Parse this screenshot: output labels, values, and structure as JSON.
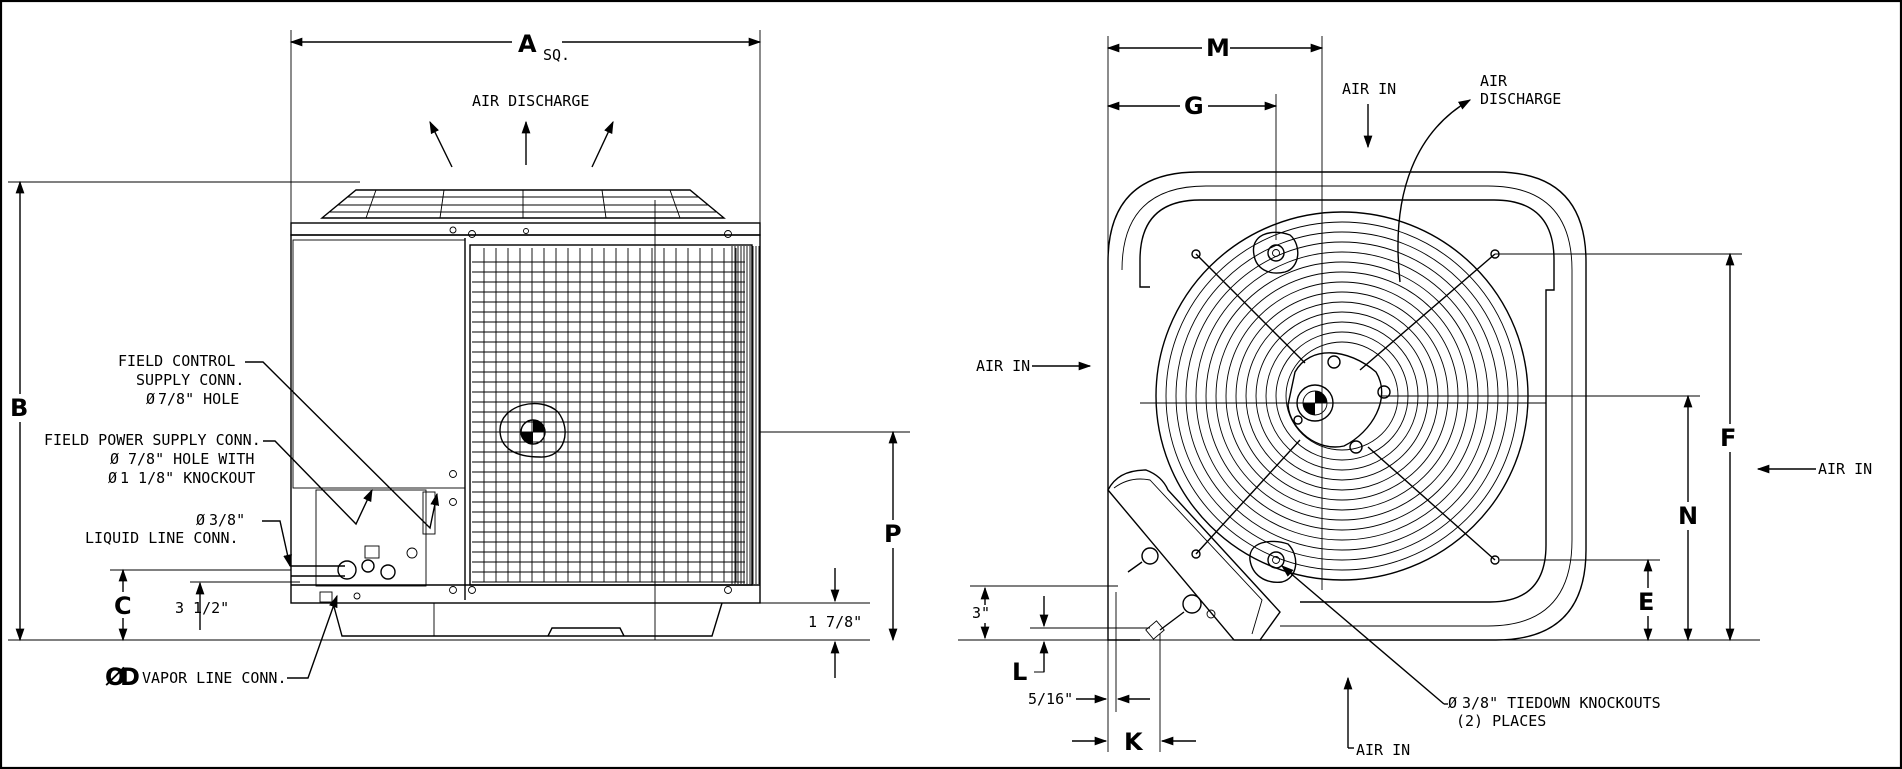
{
  "side_view": {
    "dim_a": "A",
    "dim_a_suffix": "SQ.",
    "air_discharge": "AIR DISCHARGE",
    "dim_b": "B",
    "dim_c": "C",
    "dim_c_value": "3 1/2\"",
    "dim_p": "P",
    "dim_p_value": "1 7/8\"",
    "dim_d": "D",
    "vapor_line": "VAPOR LINE CONN.",
    "field_control": [
      "FIELD CONTROL",
      "SUPPLY CONN.",
      "7/8\" HOLE"
    ],
    "field_power": [
      "FIELD POWER SUPPLY CONN.",
      "7/8\" HOLE WITH",
      "1 1/8\" KNOCKOUT"
    ],
    "liquid_line": [
      "3/8\"",
      "LIQUID LINE CONN."
    ]
  },
  "top_view": {
    "dim_m": "M",
    "dim_g": "G",
    "air_in_top": "AIR IN",
    "air_discharge": [
      "AIR",
      "DISCHARGE"
    ],
    "air_in_left": "AIR IN",
    "air_in_right": "AIR IN",
    "air_in_bottom": "AIR IN",
    "dim_f": "F",
    "dim_n": "N",
    "dim_e": "E",
    "dim_3in": "3\"",
    "dim_l": "L",
    "dim_5_16": "5/16\"",
    "dim_k": "K",
    "tiedown": [
      "3/8\" TIEDOWN KNOCKOUTS",
      "(2) PLACES"
    ]
  }
}
